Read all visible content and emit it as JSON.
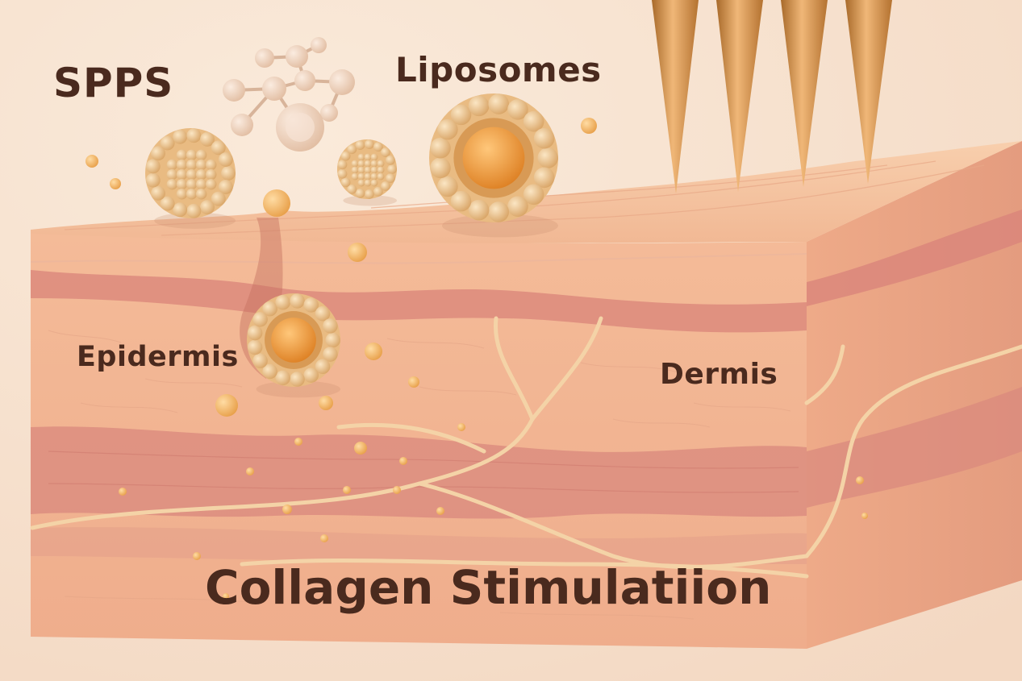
{
  "labels": {
    "spps": "SPPS",
    "liposomes": "Liposomes",
    "epidermis": "Epidermis",
    "dermis": "Dermis",
    "collagen": "Collagen Stimulatiion"
  },
  "colors": {
    "background": "#f7e3cf",
    "skin_surface": "#f4bf9a",
    "skin_front": "#f2b392",
    "band_dark": "#dc8a7c",
    "fiber": "#f4d3a7",
    "liposome_shell": "#e8b77b",
    "liposome_core": "#ee9632",
    "peptide_node": "#f0d2bb",
    "needle": "#c98a3c",
    "text": "#4a2a1e"
  },
  "icons": [
    "liposome-icon",
    "peptide-molecule-icon",
    "microneedle-icon",
    "droplet-icon"
  ]
}
